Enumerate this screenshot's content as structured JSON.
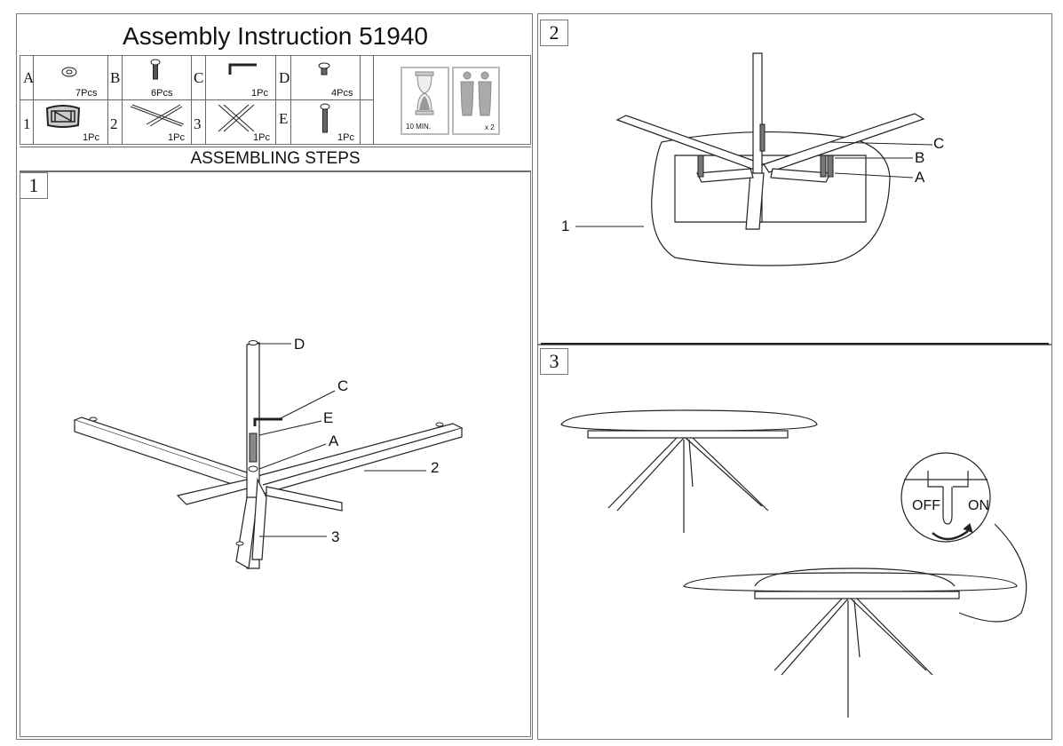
{
  "header": {
    "title": "Assembly Instruction 51940"
  },
  "parts": [
    {
      "label": "A",
      "qty": "7Pcs",
      "icon": "washer-icon"
    },
    {
      "label": "B",
      "qty": "6Pcs",
      "icon": "bolt-icon"
    },
    {
      "label": "C",
      "qty": "1Pc",
      "icon": "allen-key-icon"
    },
    {
      "label": "D",
      "qty": "4Pcs",
      "icon": "floor-glide-icon"
    },
    {
      "label": "1",
      "qty": "1Pc",
      "icon": "tabletop-frame-icon"
    },
    {
      "label": "2",
      "qty": "1Pc",
      "icon": "cross-leg-icon"
    },
    {
      "label": "3",
      "qty": "1Pc",
      "icon": "cross-leg-icon"
    },
    {
      "label": "E",
      "qty": "1Pc",
      "icon": "long-bolt-icon"
    }
  ],
  "info": {
    "time": "10 MIN.",
    "persons": "x 2"
  },
  "steps_title": "ASSEMBLING STEPS",
  "steps": [
    {
      "number": "1",
      "callouts": [
        "D",
        "C",
        "E",
        "A",
        "2",
        "3"
      ]
    },
    {
      "number": "2",
      "callouts": [
        "C",
        "B",
        "A",
        "1"
      ]
    },
    {
      "number": "3",
      "switch_off": "OFF",
      "switch_on": "ON"
    }
  ]
}
